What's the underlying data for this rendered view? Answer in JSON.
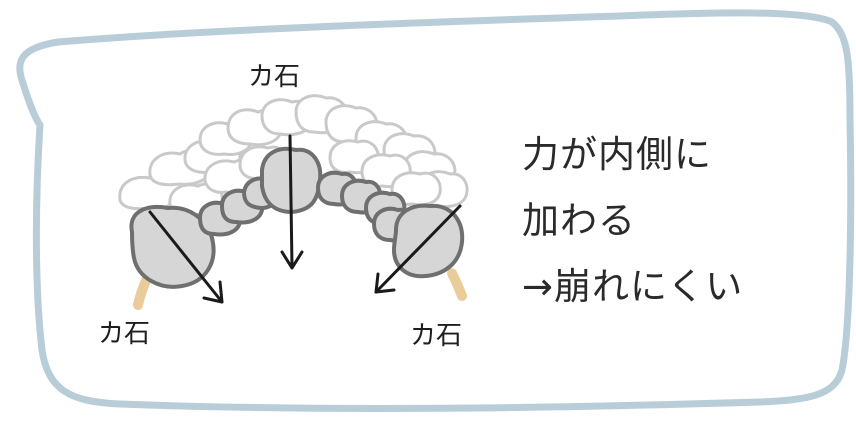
{
  "diagram": {
    "force_labels": {
      "top": "カ石",
      "left": "カ石",
      "right": "カ石"
    },
    "caption_lines": [
      "力が内側に",
      "加わる",
      "→崩れにくい"
    ],
    "colors": {
      "bubble_stroke": "#b9cdd8",
      "tooth_outline_back": "#c9c9c9",
      "tooth_fill_front": "#d6d6d6",
      "tooth_outline_front": "#6f6f6f",
      "arch_curve": "#e8c58f",
      "arrow": "#1a1a1a"
    }
  }
}
